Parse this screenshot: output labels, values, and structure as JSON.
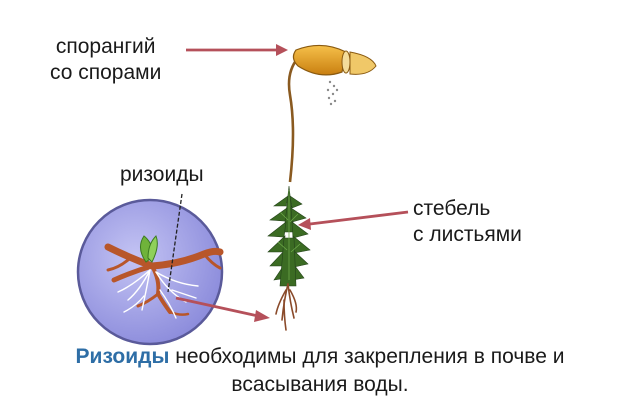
{
  "labels": {
    "sporangium_line1": "спорангий",
    "sporangium_line2": "со спорами",
    "rhizoids": "ризоиды",
    "stem_line1": "стебель",
    "stem_line2": "с листьями"
  },
  "caption": {
    "term": "Ризоиды",
    "rest_line1": " необходимы для закрепления в почве и",
    "line2": "всасывания воды."
  },
  "colors": {
    "arrow": "#b5505a",
    "caption_term": "#2e6ea6",
    "circle_fill": "#a8a8e8",
    "sporangium": "#e0a020",
    "leaves": "#3b6b23"
  }
}
